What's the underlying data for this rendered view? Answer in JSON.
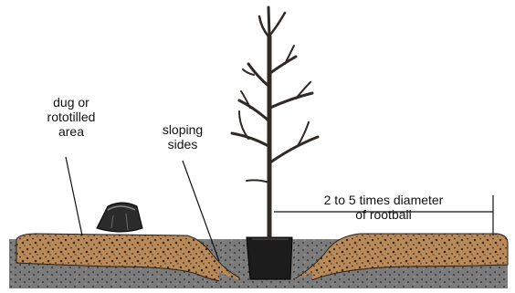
{
  "labels": {
    "dug_area": [
      "dug or",
      "rototilled",
      "area"
    ],
    "sloping_sides": [
      "sloping",
      "sides"
    ],
    "diameter": [
      "2 to 5 times diameter",
      "of rootball"
    ]
  },
  "colors": {
    "soil": "#b88a5a",
    "soil_dark": "#3b2a1c",
    "ground": "#6f6f6f",
    "trunk": "#2f2a25",
    "pot": "#1c1c1c",
    "ink": "#111111"
  }
}
